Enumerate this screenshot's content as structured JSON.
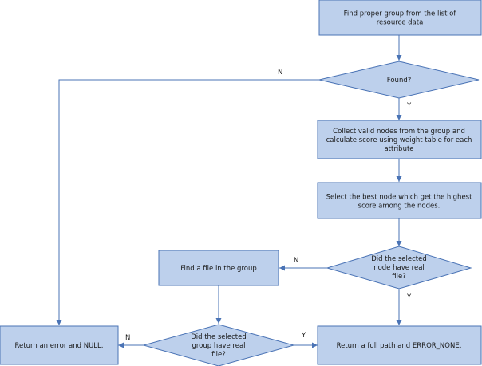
{
  "colors": {
    "fill": "#bdd0ec",
    "stroke": "#4a73b5",
    "text": "#1a1a1a"
  },
  "nodes": {
    "find_group": [
      "Find  proper  group  from  the list of",
      "resource  data"
    ],
    "found": [
      "Found?"
    ],
    "collect": [
      "Collect  valid  nodes  from  the group  and",
      "calculate  score  using  weight  table  for  each",
      "attribute"
    ],
    "select_best": [
      "Select  the  best  node  which  get  the  highest",
      "score  among  the nodes."
    ],
    "node_real_file": [
      "Did  the  selected",
      "node  have  real",
      "file?"
    ],
    "find_file": [
      "Find  a file  in  the  group"
    ],
    "group_real_file": [
      "Did  the  selected",
      "group  have  real",
      "file?"
    ],
    "return_error": [
      "Return  an  error  and  NULL."
    ],
    "return_path": [
      "Return  a full  path  and  ERROR_NONE."
    ]
  },
  "edge_labels": {
    "found_no": "N",
    "found_yes": "Y",
    "node_file_no": "N",
    "node_file_yes": "Y",
    "group_file_no": "N",
    "group_file_yes": "Y"
  }
}
